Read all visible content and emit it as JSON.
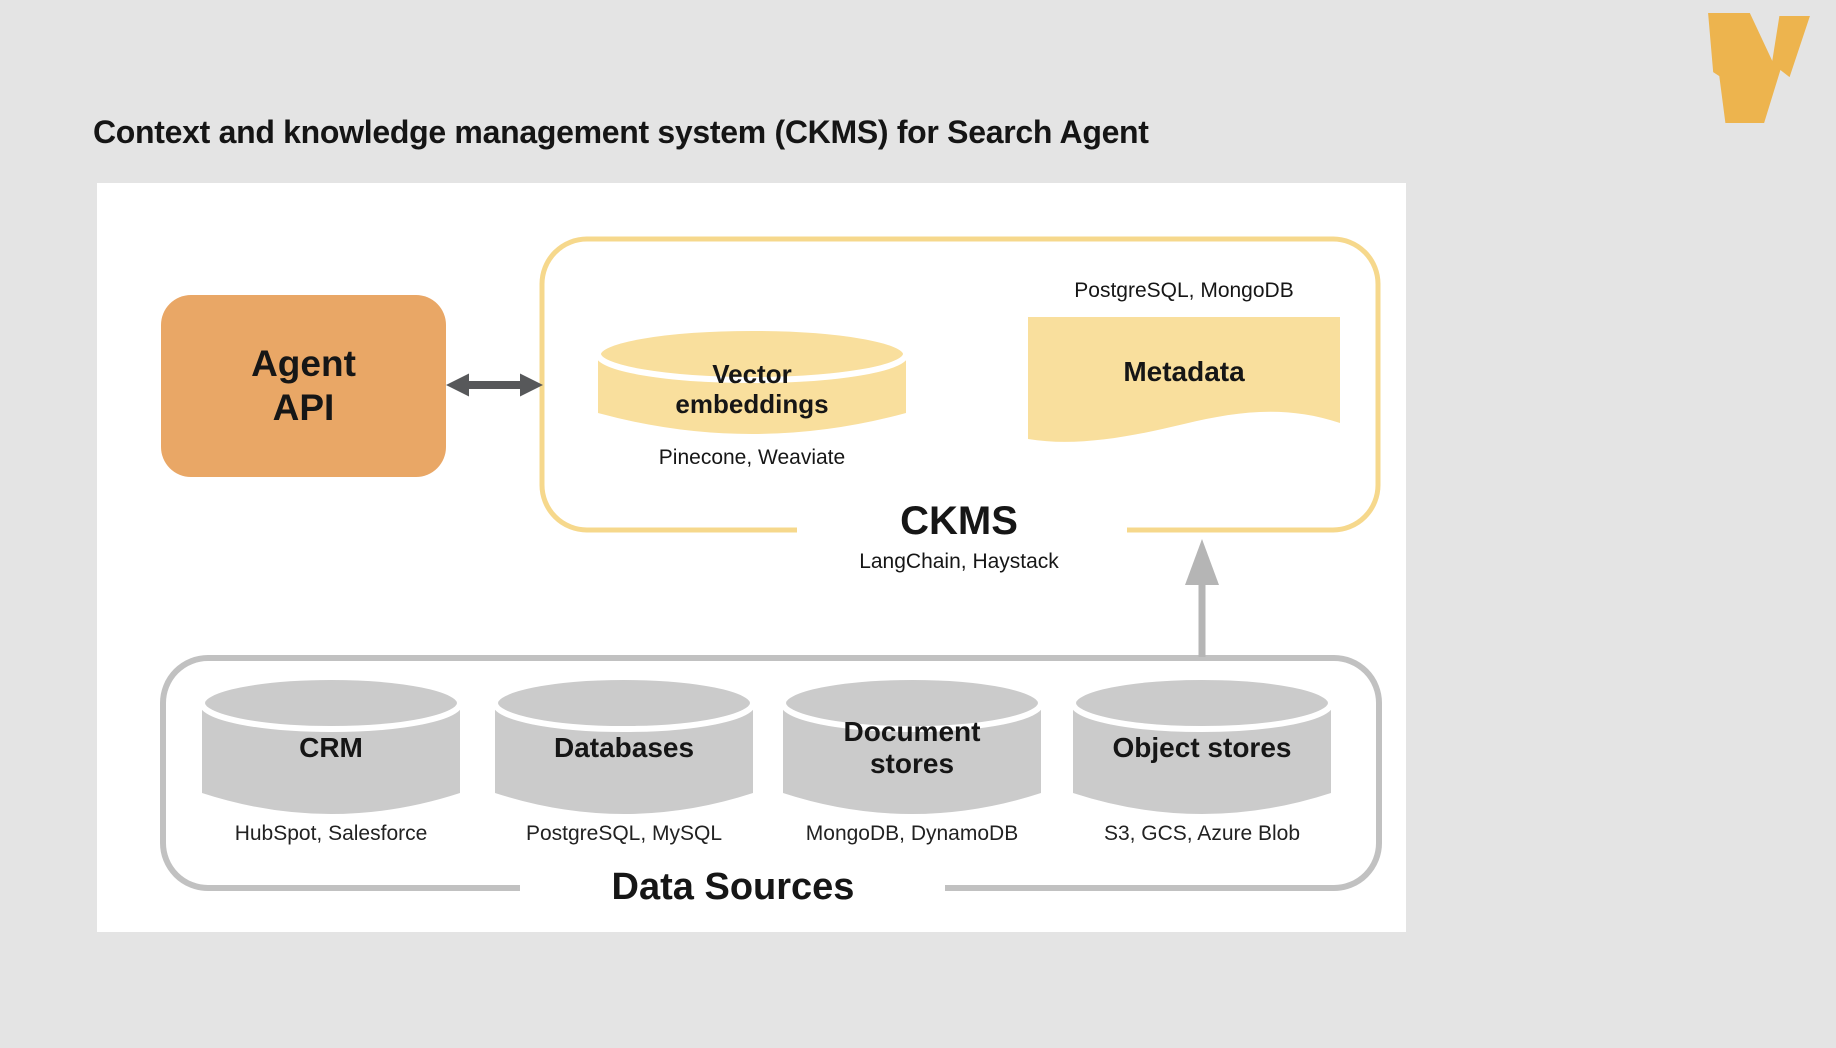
{
  "page": {
    "title": "Context and knowledge management system (CKMS) for Search Agent"
  },
  "logo": {
    "name": "v-lightning-logo"
  },
  "diagram": {
    "agent_api": {
      "label": "Agent\nAPI"
    },
    "arrows": {
      "agent_ckms": "bidirectional",
      "datasources_ckms": "up"
    },
    "ckms": {
      "label": "CKMS",
      "sublabel": "LangChain, Haystack",
      "vector_embeddings": {
        "label": "Vector\nembeddings",
        "sublabel": "Pinecone, Weaviate"
      },
      "metadata": {
        "toplabel": "PostgreSQL, MongoDB",
        "label": "Metadata"
      }
    },
    "data_sources": {
      "label": "Data Sources",
      "items": [
        {
          "label": "CRM",
          "sublabel": "HubSpot, Salesforce"
        },
        {
          "label": "Databases",
          "sublabel": "PostgreSQL, MySQL"
        },
        {
          "label": "Document\nstores",
          "sublabel": "MongoDB, DynamoDB"
        },
        {
          "label": "Object stores",
          "sublabel": "S3, GCS, Azure Blob"
        }
      ]
    }
  },
  "colors": {
    "bg": "#e4e4e4",
    "canvas": "#ffffff",
    "orange": "#e9a766",
    "logo": "#edb44e",
    "yellow-fill": "#f9df9d",
    "yellow-border": "#f6d88c",
    "gray-fill": "#cbcbcb",
    "gray-border": "#c1c1c1",
    "arrow-dark": "#57585a",
    "arrow-gray": "#b5b5b5"
  }
}
